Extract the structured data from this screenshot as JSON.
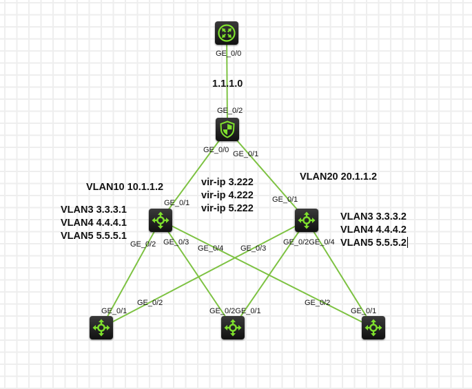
{
  "canvas": {
    "background": "#ffffff",
    "grid_color": "#eeeeee"
  },
  "colors": {
    "link": "#7dc242",
    "device_body": "#1e1e1e",
    "device_glyph": "#7fe12d"
  },
  "devices": [
    {
      "id": "router",
      "type": "router",
      "icon": "router-icon"
    },
    {
      "id": "firewall",
      "type": "firewall",
      "icon": "shield-icon"
    },
    {
      "id": "core-left",
      "type": "switch",
      "icon": "l3-switch-icon"
    },
    {
      "id": "core-right",
      "type": "switch",
      "icon": "l3-switch-icon"
    },
    {
      "id": "access-1",
      "type": "switch",
      "icon": "l3-switch-icon"
    },
    {
      "id": "access-2",
      "type": "switch",
      "icon": "l3-switch-icon"
    },
    {
      "id": "access-3",
      "type": "switch",
      "icon": "l3-switch-icon"
    }
  ],
  "links": [
    {
      "from": "router",
      "to": "firewall",
      "from_port": "GE_0/0",
      "to_port": "GE_0/2"
    },
    {
      "from": "firewall",
      "to": "core-left",
      "from_port": "GE_0/0",
      "to_port": "GE_0/1"
    },
    {
      "from": "firewall",
      "to": "core-right",
      "from_port": "GE_0/1",
      "to_port": "GE_0/1"
    },
    {
      "from": "core-left",
      "to": "access-1",
      "from_port": "GE_0/2",
      "to_port": "GE_0/1"
    },
    {
      "from": "core-left",
      "to": "access-2",
      "from_port": "GE_0/3",
      "to_port": "GE_0/2"
    },
    {
      "from": "core-left",
      "to": "access-3",
      "from_port": "GE_0/4",
      "to_port": "GE_0/2"
    },
    {
      "from": "core-right",
      "to": "access-1",
      "from_port": "GE_0/3",
      "to_port": "GE_0/2"
    },
    {
      "from": "core-right",
      "to": "access-2",
      "from_port": "GE_0/2",
      "to_port": "GE_0/1"
    },
    {
      "from": "core-right",
      "to": "access-3",
      "from_port": "GE_0/4",
      "to_port": "GE_0/1"
    }
  ],
  "ports": {
    "router_ge00": "GE_0/0",
    "fw_ge02": "GE_0/2",
    "fw_ge00": "GE_0/0",
    "fw_ge01": "GE_0/1",
    "cl_ge01": "GE_0/1",
    "cl_ge02": "GE_0/2",
    "cl_ge03": "GE_0/3",
    "cl_ge04": "GE_0/4",
    "cr_ge01": "GE_0/1",
    "cr_ge03": "GE_0/3",
    "cr_ge02_ge04": "GE_0/2GE_0/4",
    "a1_ge01": "GE_0/1",
    "a1_ge02": "GE_0/2",
    "a2_ge02_ge01": "GE_0/2GE_0/1",
    "a3_ge02": "GE_0/2",
    "a3_ge01": "GE_0/1"
  },
  "notes": {
    "wan_subnet": "1.1.1.0",
    "core_left_uplink": "VLAN10 10.1.1.2",
    "core_right_uplink": "VLAN20 20.1.1.2",
    "core_left_vlans": [
      "VLAN3 3.3.3.1",
      "VLAN4 4.4.4.1",
      "VLAN5 5.5.5.1"
    ],
    "virtual_ips": [
      "vir-ip 3.222",
      "vir-ip 4.222",
      "vir-ip 5.222"
    ],
    "core_right_vlans": [
      "VLAN3 3.3.3.2",
      "VLAN4 4.4.4.2",
      "VLAN5 5.5.5.2"
    ]
  }
}
